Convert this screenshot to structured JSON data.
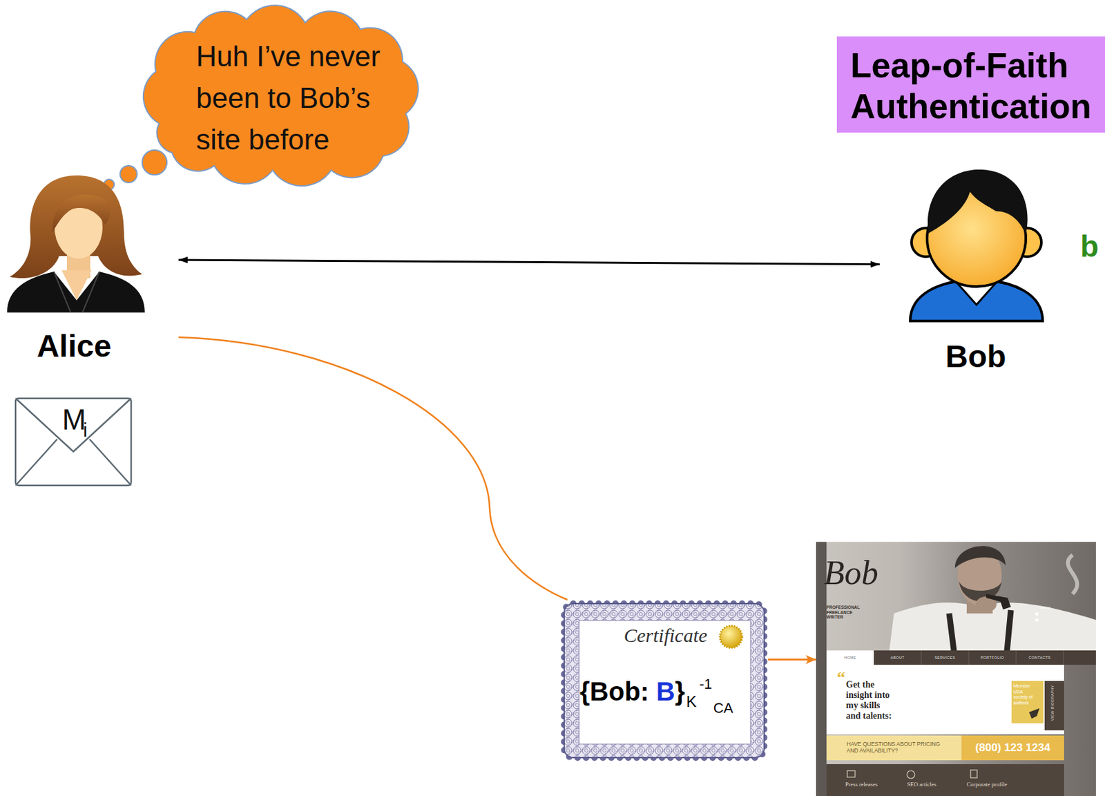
{
  "diagram": {
    "title": "Leap-of-Faith Authentication",
    "nodes": [
      {
        "text": [
          "Huh I’ve never been to Bob’s site before"
        ]
      },
      {
        "text": [
          "Alice"
        ]
      },
      {
        "text": [
          "Bob"
        ]
      },
      {
        "text": [
          "M",
          "i"
        ]
      },
      {
        "text": [
          "Certificate",
          "{Bob:",
          "B",
          "}",
          "K",
          "-1",
          "CA"
        ]
      },
      {
        "text": [
          "Bob",
          "PROFESSIONAL FREELANCE WRITER",
          "twitter",
          "HOME",
          "ABOUT",
          "SERVICES",
          "PORTFOLIO",
          "CONTACTS",
          "“",
          "Get the insight into my skills and talents:",
          "Member USA society of authors",
          "VIEW BIOGRAPHY",
          "HAVE QUESTIONS ABOUT PRICING AND AVAILABILITY?",
          "(800) 123 1234",
          "Press releases",
          "SEO articles",
          "Corporate profile"
        ]
      }
    ],
    "edges": [
      {
        "from": 1,
        "to": 2,
        "arrow": "both"
      },
      {
        "from": 1,
        "to": 4,
        "arrow": "none"
      },
      {
        "from": 4,
        "to": 5,
        "arrow": "to"
      }
    ],
    "labels": [
      "b"
    ]
  }
}
